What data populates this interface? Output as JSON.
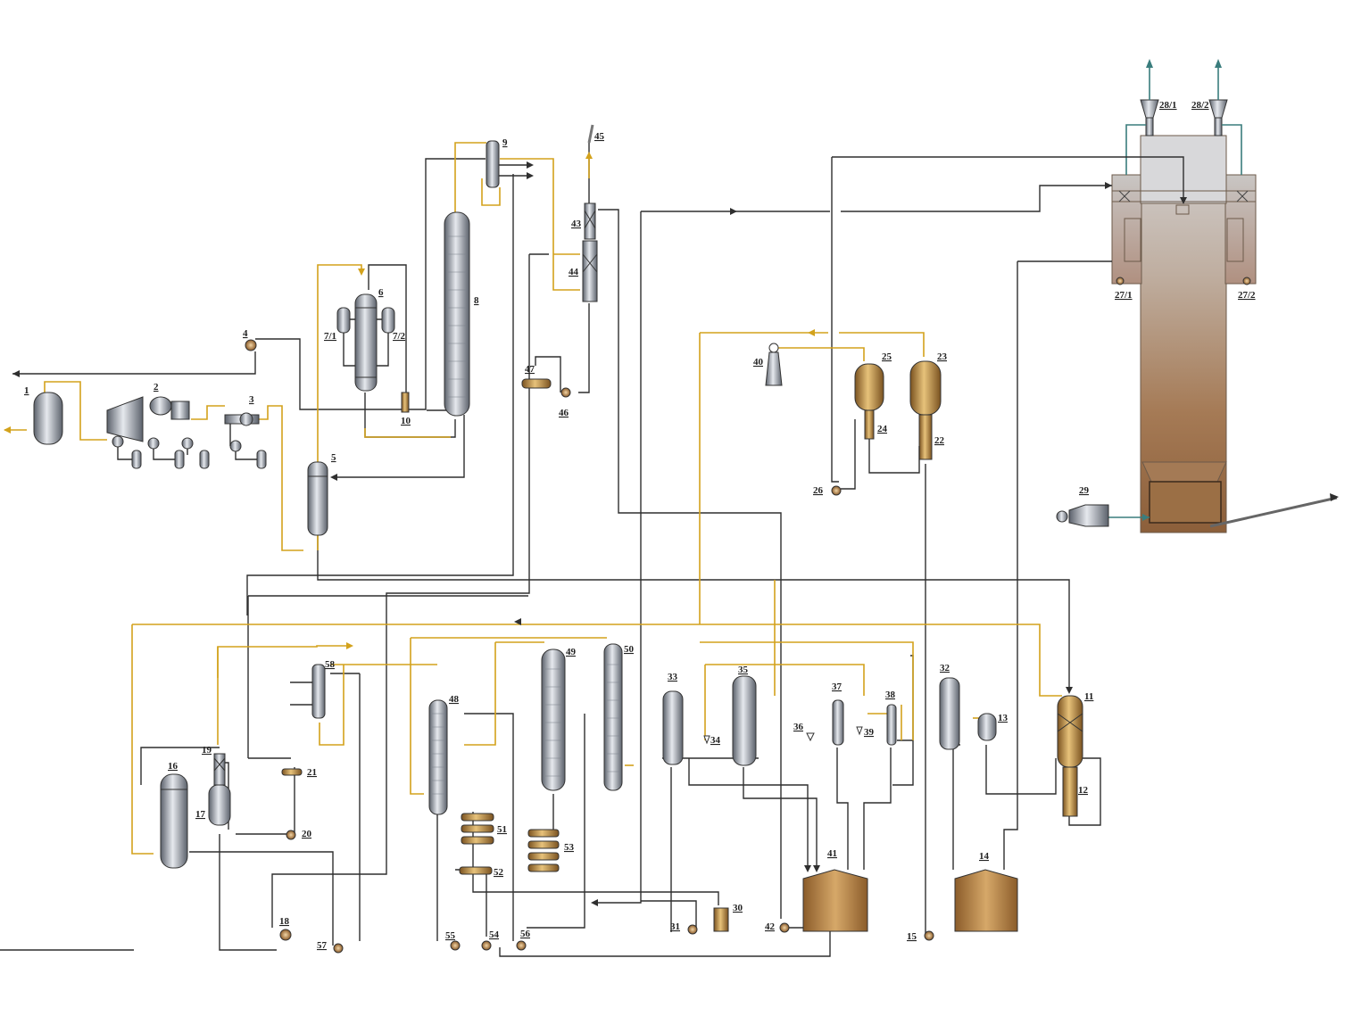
{
  "diagram": {
    "labels": [
      "1",
      "2",
      "3",
      "4",
      "5",
      "6",
      "7/1",
      "7/2",
      "8",
      "9",
      "10",
      "11",
      "12",
      "13",
      "14",
      "15",
      "16",
      "17",
      "18",
      "19",
      "20",
      "21",
      "22",
      "23",
      "24",
      "25",
      "26",
      "27/1",
      "27/2",
      "28/1",
      "28/2",
      "29",
      "30",
      "31",
      "32",
      "33",
      "34",
      "35",
      "36",
      "37",
      "38",
      "39",
      "40",
      "41",
      "42",
      "43",
      "44",
      "45",
      "46",
      "47",
      "48",
      "49",
      "50",
      "51",
      "52",
      "53",
      "54",
      "55",
      "56",
      "57",
      "58"
    ]
  },
  "colors": {
    "pipe_process": "#2f2f2f",
    "pipe_steam": "#d3a21c",
    "pipe_air": "#3a7d7d",
    "vessel_steel": "#9aa0aa",
    "vessel_bronze": "#b8873a",
    "furnace": "#9b6f45"
  },
  "icons": [
    "vessel-icon",
    "compressor-icon",
    "pump-icon",
    "column-icon",
    "heat-exchanger-icon",
    "tank-icon",
    "furnace-icon",
    "fan-icon",
    "flare-icon",
    "cyclone-icon"
  ]
}
